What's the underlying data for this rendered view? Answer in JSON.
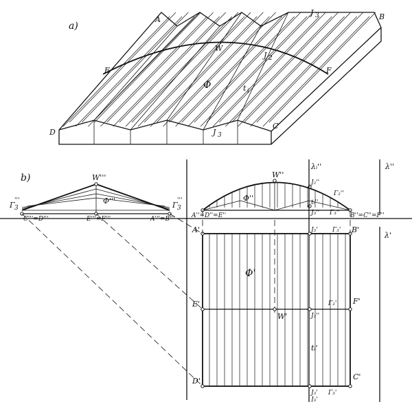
{
  "part_a": {
    "panel_label": "a)",
    "points": {
      "A": "A",
      "B": "B",
      "C": "C",
      "D": "D",
      "E": "E",
      "F": "F",
      "W": "W"
    },
    "surface": "Φ",
    "t_label": "t",
    "t_sub": "i",
    "j3_top": "J",
    "j3_top_sub": "3",
    "j2": "J",
    "j2_sub": "2",
    "j3_bottom": "J",
    "j3_bottom_sub": "3"
  },
  "part_b": {
    "panel_label": "b)",
    "side_view": {
      "w": "W'''",
      "phi": "Φ'''",
      "gamma_left": "Γ",
      "gamma_left_sub": "3",
      "gamma_left_sup": "'''",
      "gamma_right": "Γ",
      "gamma_right_sub": "3",
      "gamma_right_sup": "'''",
      "c_d": "C'''=D'''",
      "e_f": "E'''=F'''",
      "a_b": "A'''=B'''"
    },
    "front_view": {
      "w": "W''",
      "phi": "Φ''",
      "ad_e": "A''=D''=E''",
      "bc_f": "B''=C''=F''",
      "j2": "J₂''",
      "j3": "J₃''",
      "t": "tᵢ''",
      "gamma2": "Γ₂''",
      "gamma3": "Γ₃''",
      "lambda_t": "λᵢ''",
      "lambda": "λ''"
    },
    "plan_view": {
      "A": "A'",
      "B": "B'",
      "C": "C'",
      "D": "D'",
      "E": "E'",
      "F": "F'",
      "W": "W'",
      "phi": "Φ'",
      "j3_top": "J₃'",
      "gamma3_top": "Γ₃'",
      "gamma2": "Γ₂'",
      "j2": "J₂''",
      "t": "tᵢ'",
      "j3_bottom": "J₃'",
      "gamma3_bottom": "Γ₃'",
      "j3_extra": "J₃'",
      "lambda": "λ'"
    }
  }
}
